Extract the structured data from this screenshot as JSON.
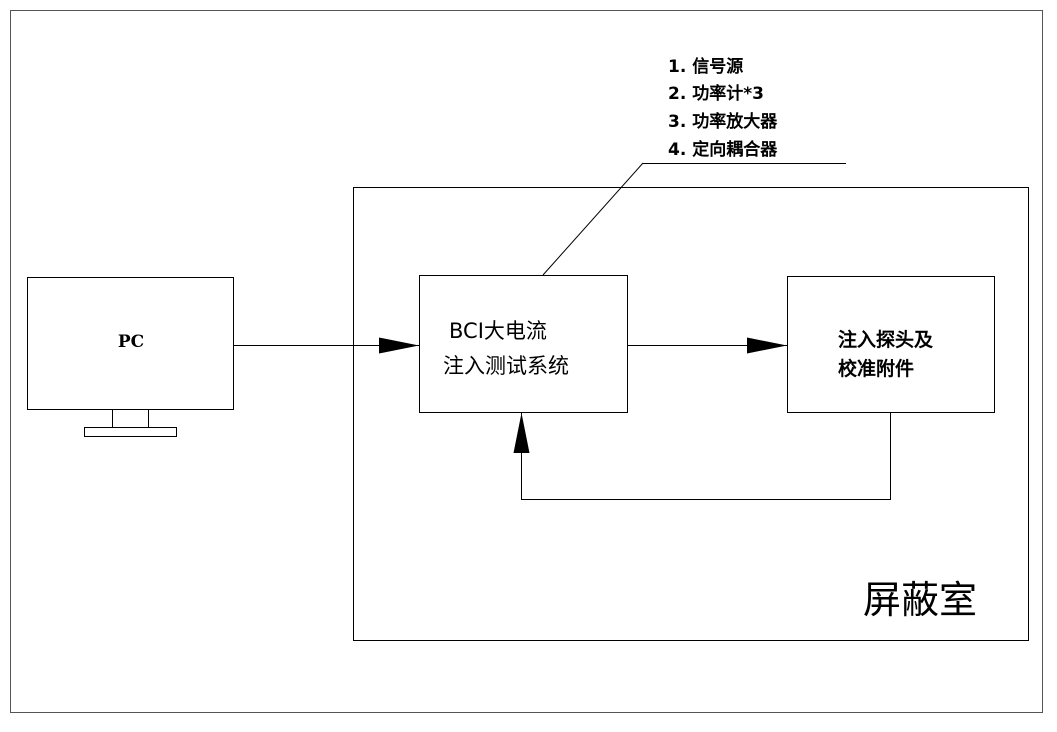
{
  "pc": {
    "label": "PC"
  },
  "bci": {
    "line1": "BCI大电流",
    "line2": "注入测试系统"
  },
  "probe": {
    "line1": "注入探头及",
    "line2": "校准附件"
  },
  "components": [
    "1. 信号源",
    "2. 功率计*3",
    "3. 功率放大器",
    "4. 定向耦合器"
  ],
  "room": {
    "label": "屏蔽室"
  }
}
